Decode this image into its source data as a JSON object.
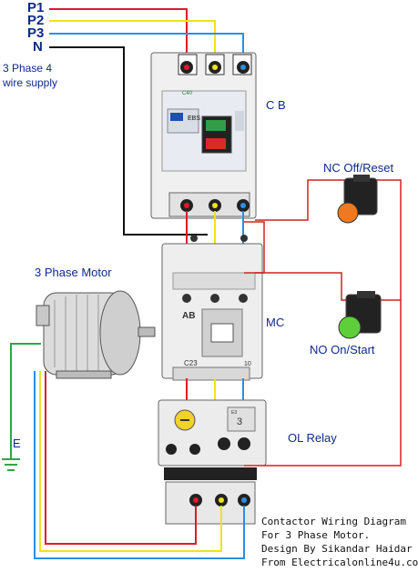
{
  "labels": {
    "p1": "P1",
    "p2": "P2",
    "p3": "P3",
    "n": "N",
    "supply_line1": "3 Phase 4",
    "supply_line2": "wire supply",
    "cb": "C B",
    "nc": "NC Off/Reset",
    "motor": "3 Phase Motor",
    "mc": "MC",
    "no": "NO  On/Start",
    "ol": "OL Relay",
    "earth": "E"
  },
  "device_text": {
    "cb_brand": "EBS",
    "cb_rating": "C40",
    "contactor_brand": "AB",
    "contactor_model": "C23",
    "contactor_code": "10",
    "relay_model": "E3",
    "relay_number": "3"
  },
  "credits": {
    "line1": "Contactor Wiring Diagram",
    "line2": "For 3 Phase Motor.",
    "line3": "Design By Sikandar Haidar",
    "line4": "From Electricalonline4u.com"
  },
  "colors": {
    "p1": "#e0192a",
    "p2": "#f2e21a",
    "p3": "#2a8fe8",
    "neutral": "#111111",
    "control": "#d42020",
    "earth": "#2aa84a",
    "label": "#0d2a8a"
  }
}
